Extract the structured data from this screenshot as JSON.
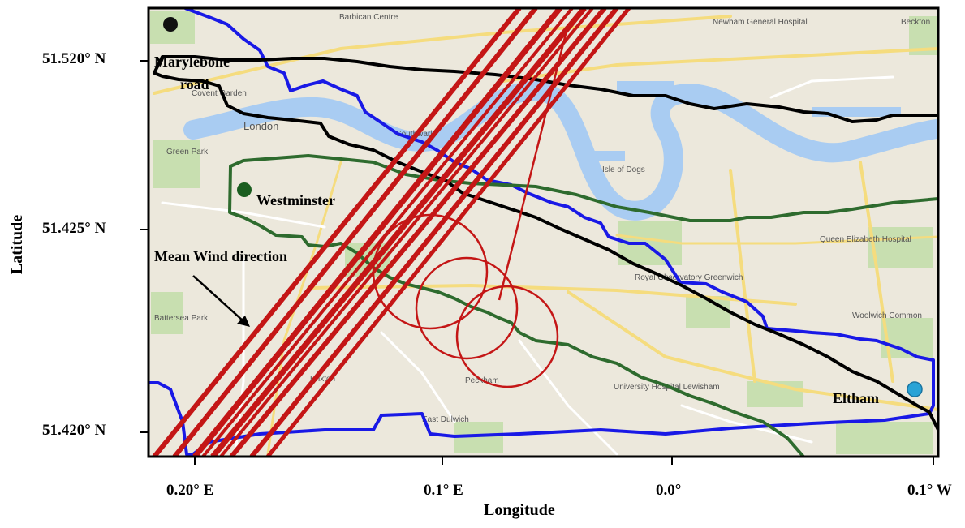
{
  "map": {
    "axes": {
      "xlabel": "Longitude",
      "ylabel": "Latitude",
      "yticks": [
        "51.520° N",
        "51.425° N",
        "51.420° N"
      ],
      "xticks": [
        "0.20° E",
        "0.1° E",
        "0.0°",
        "0.1° W"
      ]
    },
    "sites": [
      {
        "name": "Marylebone",
        "name_line2": "road",
        "color": "#111111"
      },
      {
        "name": "Westminster",
        "color": "#1b5e20"
      },
      {
        "name": "Eltham",
        "color": "#29a3d6"
      }
    ],
    "annotation": "Mean Wind direction",
    "base_labels": {
      "london": "London",
      "southwark": "Southwark",
      "isle_of_dogs": "Isle of Dogs",
      "green_park": "Green Park",
      "battersea_park": "Battersea Park",
      "brixton": "Brixton",
      "peckham": "Peckham",
      "east_dulwich": "East Dulwich",
      "newham": "Newham General Hospital",
      "greenwich": "Royal Observatory Greenwich",
      "beckton": "Beckton",
      "lewisham": "University Hospital Lewisham",
      "woolwich": "Woolwich Common",
      "barbican": "Barbican Centre",
      "covent": "Covent Garden",
      "qe_hospital": "Queen Elizabeth Hospital"
    },
    "colors": {
      "black_track": "#000000",
      "blue_track": "#1919e6",
      "green_track": "#2e6b2e",
      "red_tracks": "#c41616",
      "river": "#a9ccf2",
      "land": "#ece8dc"
    }
  }
}
